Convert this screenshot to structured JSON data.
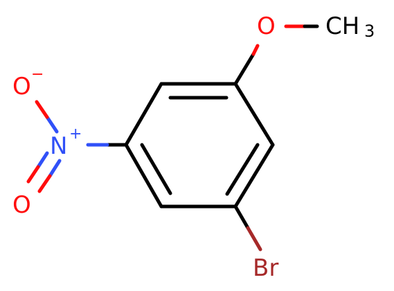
{
  "colors": {
    "carbon": "#000000",
    "oxygen": "#ff0d0d",
    "nitrogen": "#3050f8",
    "bromine": "#a62929"
  },
  "atoms": {
    "methoxy_o": "O",
    "methyl_c": "CH",
    "methyl_sub": "3",
    "nitro_n": "N",
    "nitro_n_charge": "+",
    "nitro_o_top": "O",
    "nitro_o_top_charge": "−",
    "nitro_o_bottom": "O",
    "bromine": "Br"
  }
}
